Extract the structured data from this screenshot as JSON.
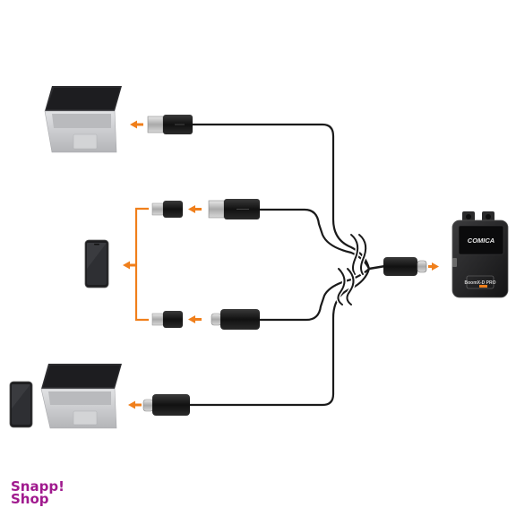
{
  "device": {
    "brand": "COMICA",
    "model": "BoomX-D PRO"
  },
  "logo": {
    "line1": "Snapp!",
    "line2": "Shop"
  },
  "colors": {
    "arrow": "#f07f1b",
    "cable": "#1a1a1a",
    "laptop_body": "#c8c9cb",
    "laptop_screen": "#2b2b2e",
    "logo": "#a01a8e"
  },
  "icons": [
    "laptop-icon",
    "phone-icon",
    "usb-a-plug-icon",
    "usb-c-plug-icon",
    "lightning-adapter-icon",
    "wireless-receiver-icon"
  ]
}
